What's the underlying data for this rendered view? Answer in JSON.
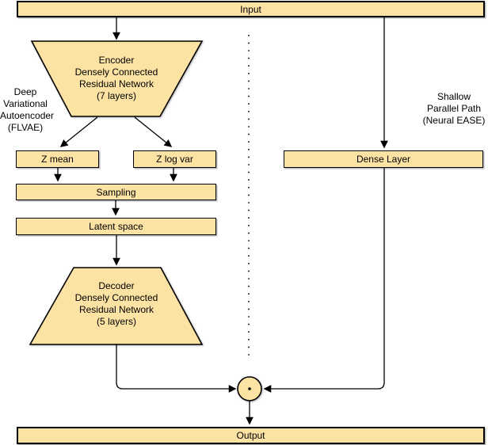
{
  "diagram": {
    "colors": {
      "node_fill": "#fce2a3",
      "node_border": "#000000",
      "background": "#ffffff",
      "line": "#000000"
    },
    "nodes": {
      "input": {
        "label": "Input"
      },
      "encoder": {
        "label": "Encoder\nDensely Connected\nResidual Network\n(7 layers)"
      },
      "z_mean": {
        "label": "Z mean"
      },
      "z_log_var": {
        "label": "Z log var"
      },
      "sampling": {
        "label": "Sampling"
      },
      "latent_space": {
        "label": "Latent space"
      },
      "decoder": {
        "label": "Decoder\nDensely Connected\nResidual Network\n(5 layers)"
      },
      "dense_layer": {
        "label": "Dense Layer"
      },
      "elementwise_product": {
        "label": "·"
      },
      "output": {
        "label": "Output"
      }
    },
    "annotations": {
      "left_branch": "Deep\nVariational\nAutoencoder\n(FLVAE)",
      "right_branch": "Shallow\nParallel Path\n(Neural EASE)"
    }
  }
}
